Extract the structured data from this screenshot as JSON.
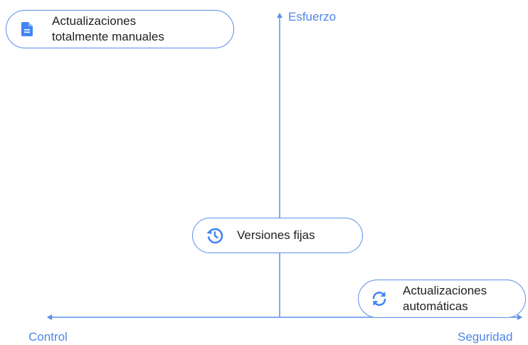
{
  "axes": {
    "vertical_label": "Esfuerzo",
    "left_label": "Control",
    "right_label": "Seguridad"
  },
  "nodes": {
    "manual_updates": {
      "lines": [
        "Actualizaciones",
        "totalmente manuales"
      ],
      "icon": "document-icon"
    },
    "pinned_versions": {
      "lines": [
        "Versiones fijas"
      ],
      "icon": "history-icon"
    },
    "automatic_updates": {
      "lines": [
        "Actualizaciones",
        "automáticas"
      ],
      "icon": "sync-icon"
    }
  },
  "colors": {
    "accent": "#4285f4",
    "axis": "#5b8ee9",
    "text": "#202124"
  }
}
